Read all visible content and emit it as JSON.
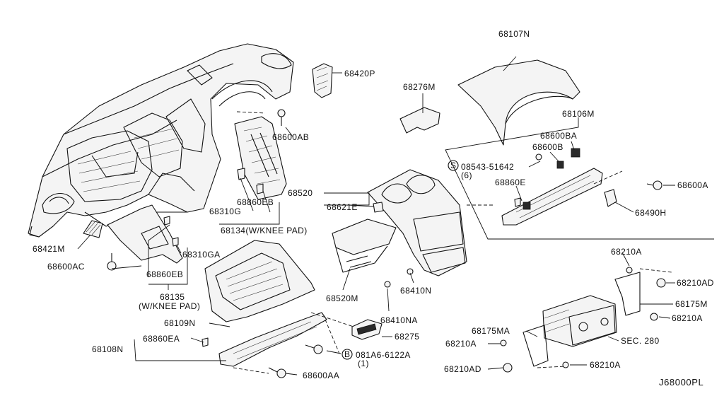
{
  "labels": {
    "p68107N": "68107N",
    "p68420P": "68420P",
    "p68276M": "68276M",
    "p68106M": "68106M",
    "p68600AB": "68600AB",
    "p68600BA": "68600BA",
    "p68600B": "68600B",
    "s08543": "08543-51642",
    "s08543_qty": "(6)",
    "s_symbol": "S",
    "p68860E": "68860E",
    "p68600A": "68600A",
    "p68520": "68520",
    "p68621E": "68621E",
    "p68860EB_top": "68860EB",
    "p68310G": "68310G",
    "p68490H": "68490H",
    "p68134": "68134(W/KNEE PAD)",
    "p68421M": "68421M",
    "p68310GA": "68310GA",
    "p68600AC": "68600AC",
    "p68860EB_bot": "68860EB",
    "p68135": "68135",
    "p68135_note": "(W/KNEE PAD)",
    "p68520M": "68520M",
    "p68410N": "68410N",
    "p68210A_1": "68210A",
    "p68210AD_1": "68210AD",
    "p68175M": "68175M",
    "p68210A_2": "68210A",
    "p68410NA": "68410NA",
    "p68109N": "68109N",
    "p68275": "68275",
    "p68175MA": "68175MA",
    "p68108N": "68108N",
    "p68860EA": "68860EA",
    "p68210A_3": "68210A",
    "sec280": "SEC. 280",
    "b081A6": "081A6-6122A",
    "b081A6_qty": "(1)",
    "b_symbol": "B",
    "p68600AA": "68600AA",
    "p68210AD_2": "68210AD",
    "p68210A_4": "68210A",
    "diagram_id": "J68000PL"
  }
}
